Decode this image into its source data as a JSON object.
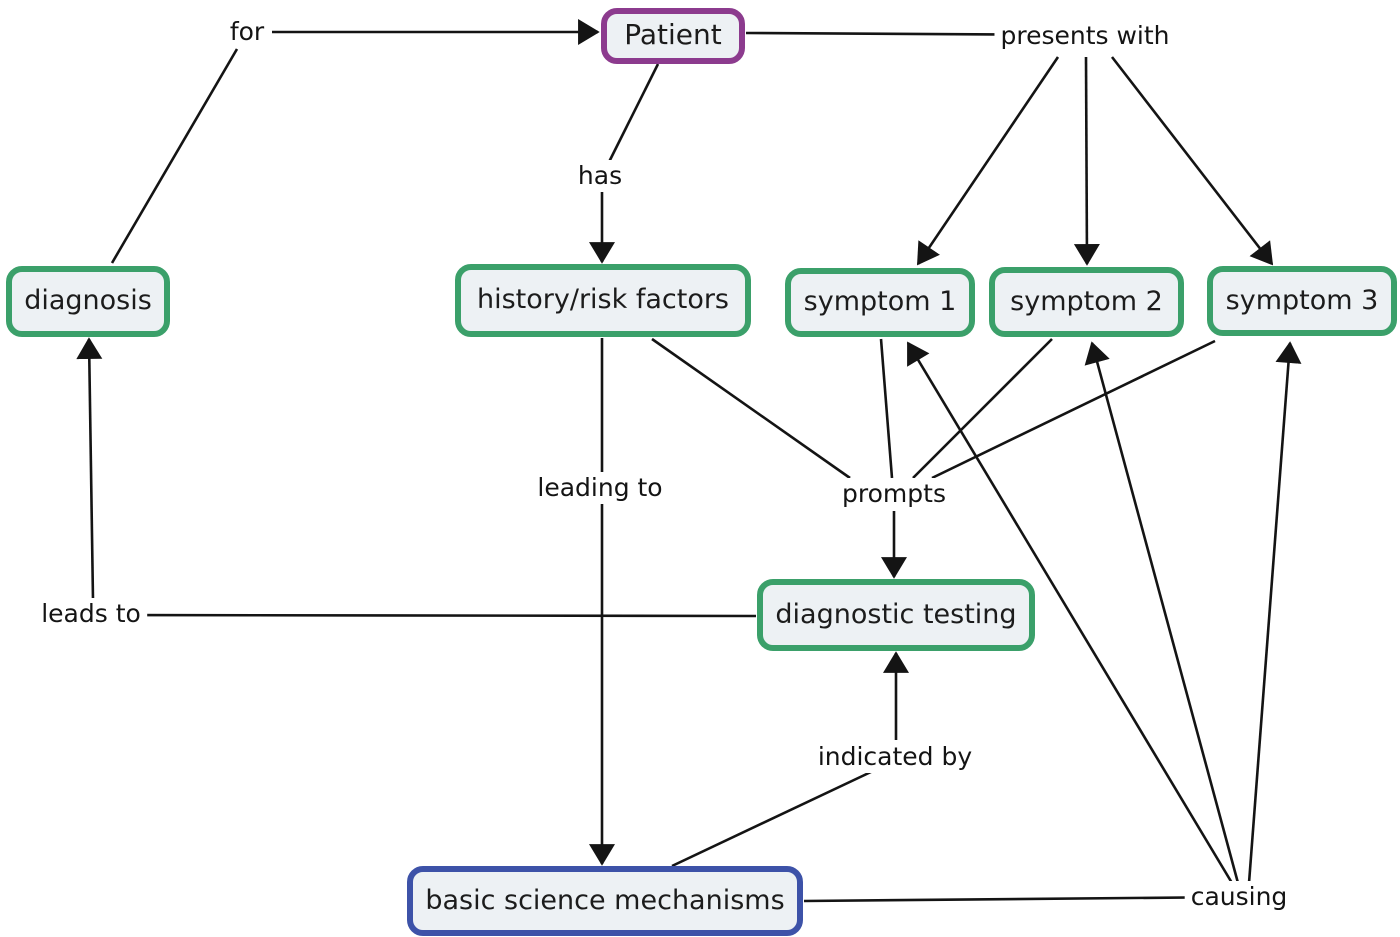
{
  "diagram": {
    "type": "concept-map",
    "background_color": "#ffffff",
    "colors": {
      "node_fill": "#edf1f4",
      "green_border": "#3ba06a",
      "purple_border": "#8c3b8e",
      "blue_border": "#3d52a8",
      "line": "#141414"
    },
    "nodes": {
      "patient": {
        "label": "Patient",
        "border": "purple"
      },
      "diagnosis": {
        "label": "diagnosis",
        "border": "green"
      },
      "history": {
        "label": "history/risk factors",
        "border": "green"
      },
      "symptom1": {
        "label": "symptom 1",
        "border": "green"
      },
      "symptom2": {
        "label": "symptom 2",
        "border": "green"
      },
      "symptom3": {
        "label": "symptom 3",
        "border": "green"
      },
      "diagnostic_testing": {
        "label": "diagnostic testing",
        "border": "green"
      },
      "basic_science": {
        "label": "basic science mechanisms",
        "border": "blue"
      }
    },
    "edge_labels": {
      "for": "for",
      "presents_with": "presents with",
      "has": "has",
      "leading_to": "leading to",
      "prompts": "prompts",
      "leads_to": "leads to",
      "indicated_by": "indicated by",
      "causing": "causing"
    },
    "relations": [
      {
        "from": "diagnosis",
        "label": "for",
        "to": "Patient"
      },
      {
        "from": "Patient",
        "label": "has",
        "to": "history/risk factors"
      },
      {
        "from": "Patient",
        "label": "presents with",
        "to": "symptom 1"
      },
      {
        "from": "Patient",
        "label": "presents with",
        "to": "symptom 2"
      },
      {
        "from": "Patient",
        "label": "presents with",
        "to": "symptom 3"
      },
      {
        "from": "history/risk factors",
        "label": "leading to",
        "to": "basic science mechanisms"
      },
      {
        "from": "history/risk factors",
        "label": "prompts",
        "to": "diagnostic testing"
      },
      {
        "from": "symptom 1",
        "label": "prompts",
        "to": "diagnostic testing"
      },
      {
        "from": "symptom 2",
        "label": "prompts",
        "to": "diagnostic testing"
      },
      {
        "from": "symptom 3",
        "label": "prompts",
        "to": "diagnostic testing"
      },
      {
        "from": "diagnostic testing",
        "label": "leads to",
        "to": "diagnosis"
      },
      {
        "from": "basic science mechanisms",
        "label": "indicated by",
        "to": "diagnostic testing"
      },
      {
        "from": "basic science mechanisms",
        "label": "causing",
        "to": "symptom 1"
      },
      {
        "from": "basic science mechanisms",
        "label": "causing",
        "to": "symptom 2"
      },
      {
        "from": "basic science mechanisms",
        "label": "causing",
        "to": "symptom 3"
      }
    ]
  }
}
